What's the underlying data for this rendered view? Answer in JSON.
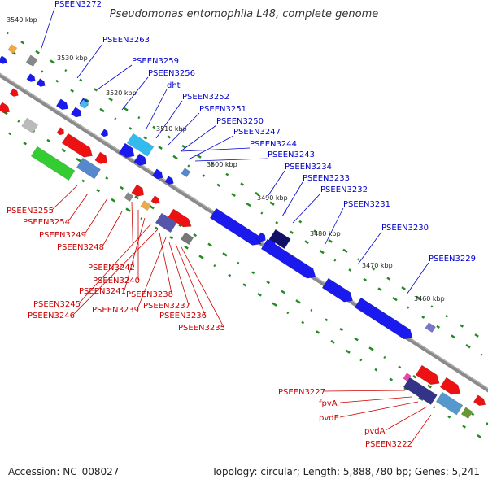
{
  "title": "Pseudomonas entomophila L48, complete genome",
  "footer": {
    "accession": "Accession: NC_008027",
    "summary": "Topology: circular; Length: 5,888,780 bp; Genes: 5,241"
  },
  "colors": {
    "top_label": "#0000cc",
    "bottom_label": "#cc0000",
    "backbone": "#888888",
    "gc_tick": "#228b22",
    "forward_gene": "#1a1aee",
    "reverse_gene": "#ee1111"
  },
  "scale_ticks": [
    "3540 kbp",
    "3530 kbp",
    "3520 kbp",
    "3510 kbp",
    "3500 kbp",
    "3490 kbp",
    "3480 kbp",
    "3470 kbp",
    "3460 kbp"
  ],
  "top_labels": [
    "PSEEN3272",
    "PSEEN3263",
    "PSEEN3259",
    "PSEEN3256",
    "dht",
    "PSEEN3252",
    "PSEEN3251",
    "PSEEN3250",
    "PSEEN3247",
    "PSEEN3244",
    "PSEEN3243",
    "PSEEN3234",
    "PSEEN3233",
    "PSEEN3232",
    "PSEEN3231",
    "PSEEN3230",
    "PSEEN3229"
  ],
  "bottom_labels": [
    "PSEEN3255",
    "PSEEN3254",
    "PSEEN3249",
    "PSEEN3248",
    "PSEEN3242",
    "PSEEN3240",
    "PSEEN3241",
    "PSEEN3245",
    "PSEEN3246",
    "PSEEN3238",
    "PSEEN3239",
    "PSEEN3237",
    "PSEEN3236",
    "PSEEN3235",
    "PSEEN3227",
    "fpvA",
    "pvdE",
    "pvdA",
    "PSEEN3222"
  ]
}
